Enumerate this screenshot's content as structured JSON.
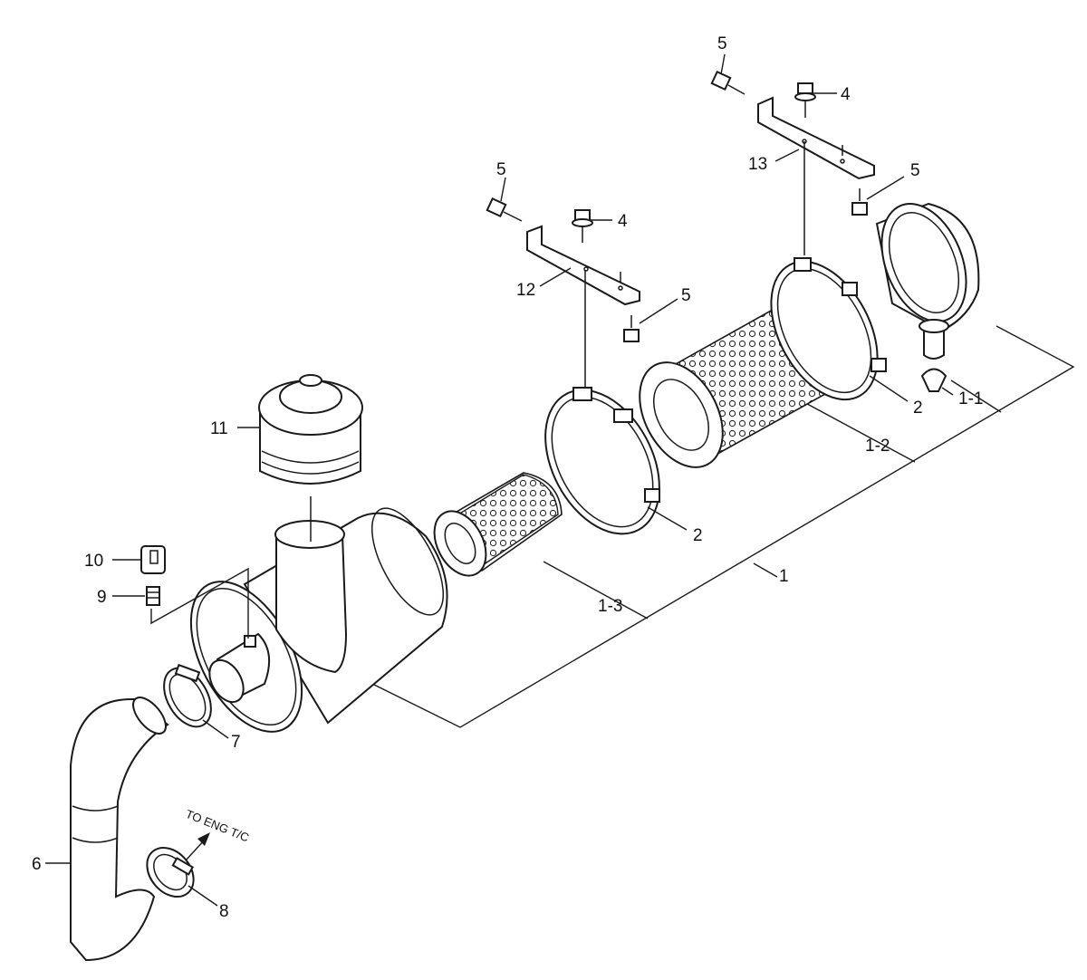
{
  "labels": {
    "p1": "1",
    "p1_1": "1-1",
    "p1_2": "1-2",
    "p1_3": "1-3",
    "p2": "2",
    "p4": "4",
    "p5": "5",
    "p6": "6",
    "p7": "7",
    "p8": "8",
    "p9": "9",
    "p10": "10",
    "p11": "11",
    "p12": "12",
    "p13": "13"
  },
  "annotation": "TO ENG T/C",
  "colors": {
    "line": "#1a1a1a",
    "background": "#ffffff"
  }
}
